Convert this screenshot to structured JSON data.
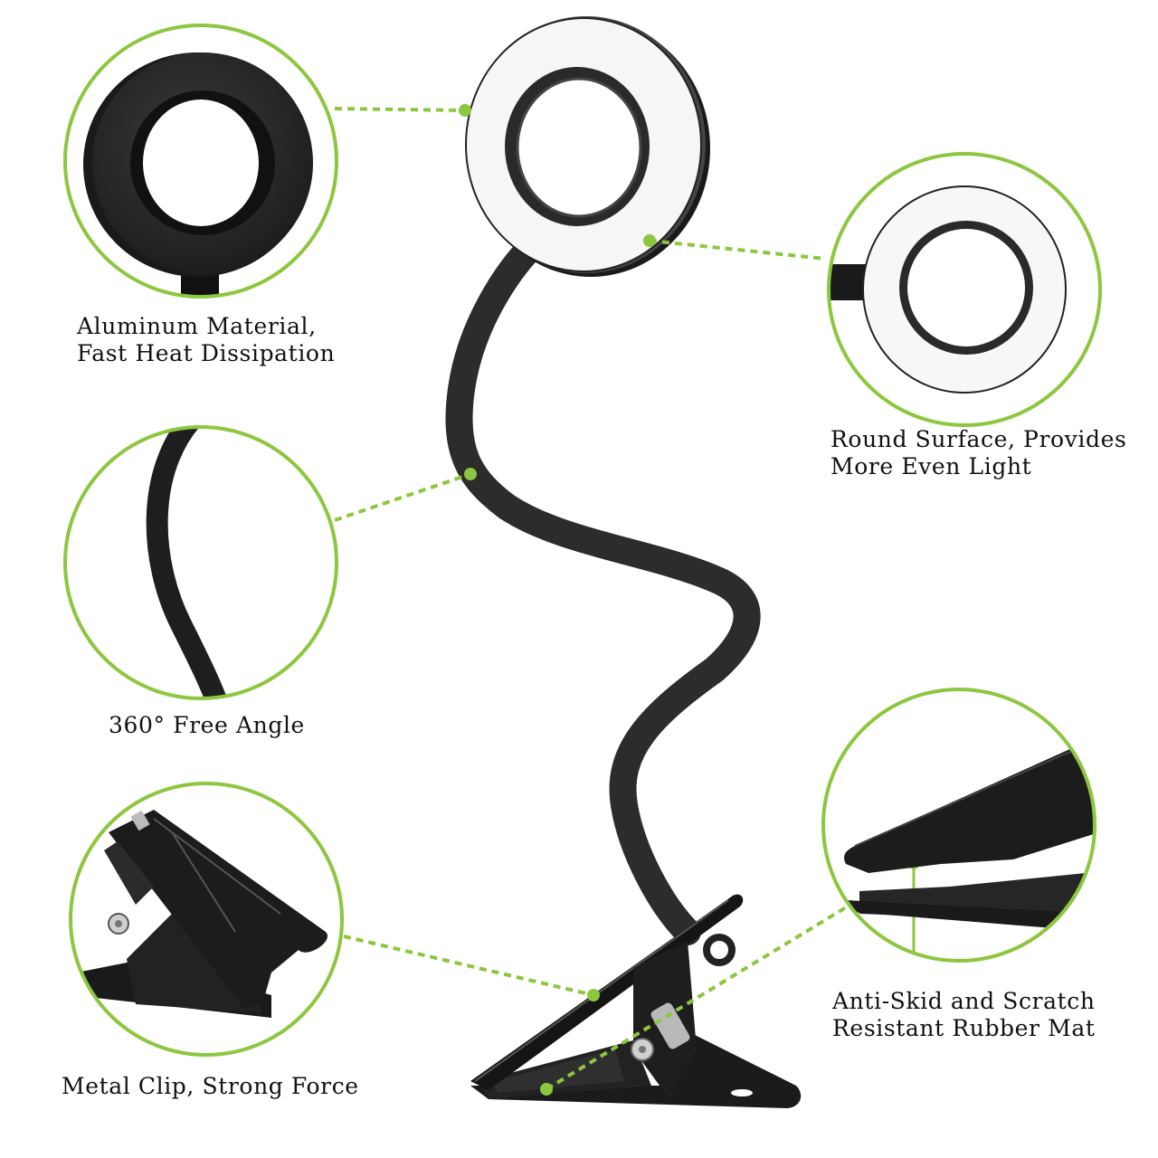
{
  "accent_color": "#8dc63f",
  "product": "clip-on LED ring light with flexible gooseneck",
  "callouts": [
    {
      "id": "aluminum",
      "lines": [
        "Aluminum Material,",
        "Fast Heat Dissipation"
      ],
      "detail": "back of ring head (black aluminum)"
    },
    {
      "id": "round-surface",
      "lines": [
        "Round Surface, Provides",
        "More Even Light"
      ],
      "detail": "front of ring head (white diffuser)"
    },
    {
      "id": "free-angle",
      "lines": [
        "360° Free Angle"
      ],
      "detail": "flexible gooseneck"
    },
    {
      "id": "metal-clip",
      "lines": [
        "Metal Clip, Strong Force"
      ],
      "detail": "spring clip"
    },
    {
      "id": "rubber-mat",
      "lines": [
        "Anti-Skid and Scratch",
        "Resistant Rubber Mat"
      ],
      "detail": "rubber pads inside clip jaws"
    }
  ]
}
